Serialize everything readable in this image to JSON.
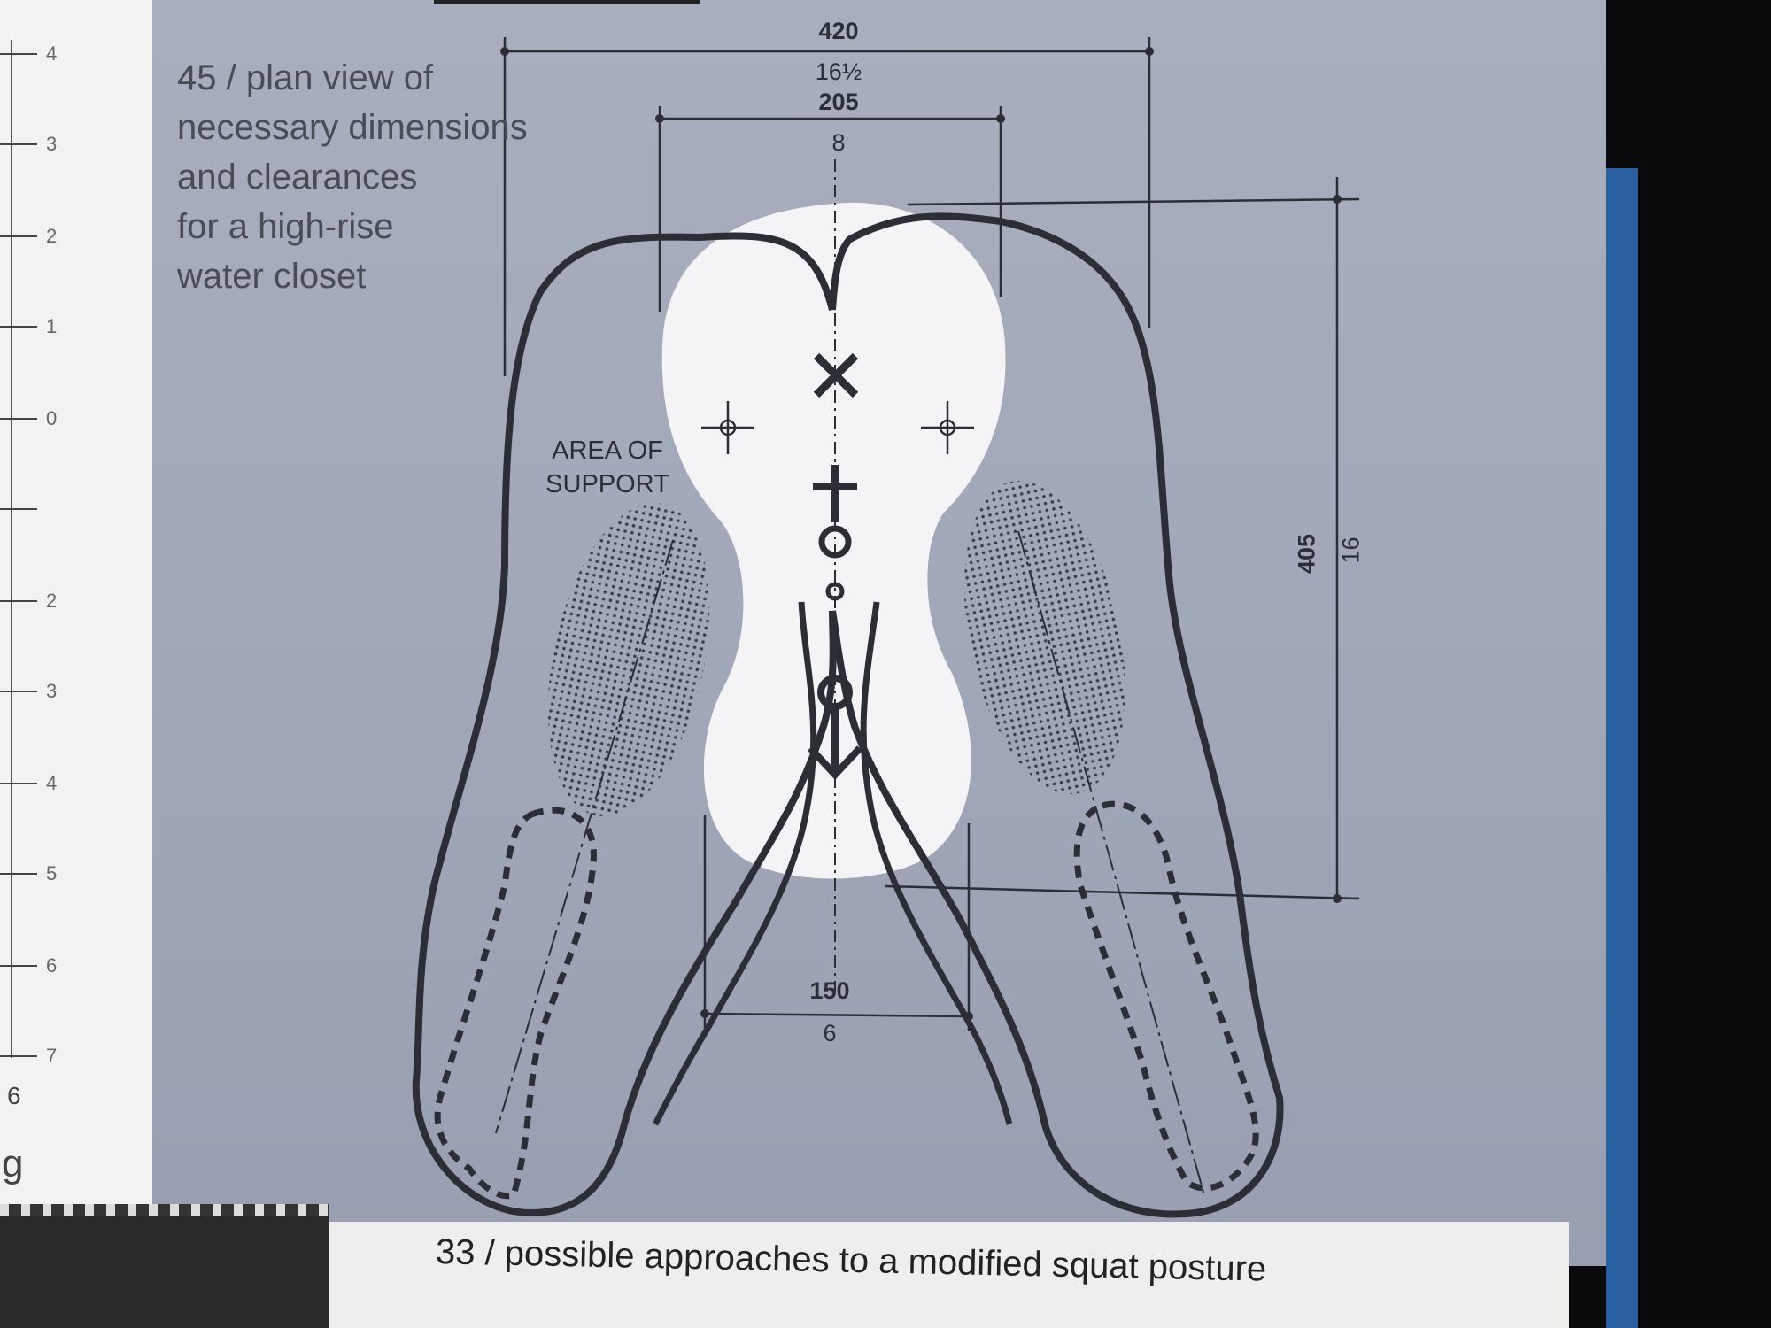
{
  "ruler": {
    "ticks": [
      "4",
      "3",
      "2",
      "1",
      "0",
      "",
      "2",
      "3",
      "4",
      "5",
      "6",
      "7"
    ],
    "bottom_number": "6",
    "bottom_letter": "g"
  },
  "figure": {
    "caption_lines": [
      "45 / plan view of",
      "necessary dimensions",
      "and clearances",
      "for a high-rise",
      "water closet"
    ],
    "area_label_lines": [
      "AREA OF",
      "SUPPORT"
    ],
    "dimensions": {
      "width_outer_mm": "420",
      "width_outer_in": "16½",
      "width_inner_mm": "205",
      "width_inner_in": "8",
      "depth_mm": "405",
      "depth_in": "16",
      "gap_mm": "150",
      "gap_in": "6"
    }
  },
  "bottom_caption": "33 / possible approaches to a modified squat posture",
  "colors": {
    "plate": "#a4abbb",
    "line": "#2c2e36",
    "clearance": "#f4f4f6"
  }
}
